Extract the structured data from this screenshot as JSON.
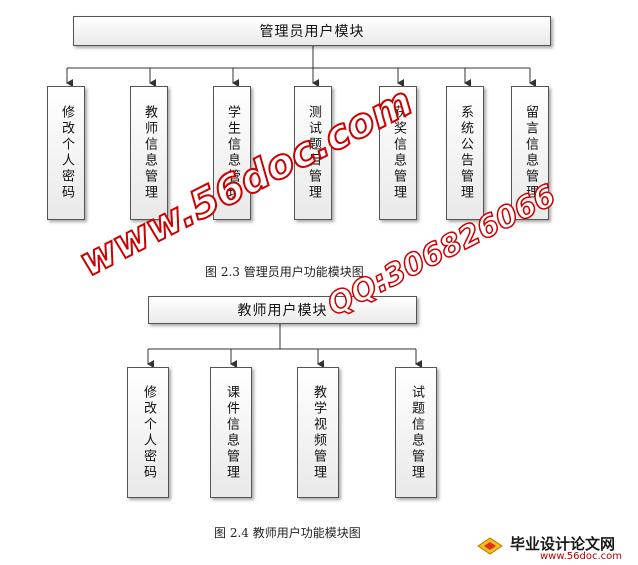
{
  "diagram1": {
    "root": "管理员用户模块",
    "children": [
      "修改个人密码",
      "教师信息管理",
      "学生信息管理",
      "测试题目管理",
      "获奖信息管理",
      "系统公告管理",
      "留言信息管理"
    ],
    "caption": "图 2.3 管理员用户功能模块图"
  },
  "diagram2": {
    "root": "教师用户模块",
    "children": [
      "修改个人密码",
      "课件信息管理",
      "教学视频管理",
      "试题信息管理"
    ],
    "caption": "图 2.4 教师用户功能模块图"
  },
  "watermark": {
    "site": "www.56doc.com",
    "qq": "QQ:306826066"
  },
  "logo": {
    "name": "毕业设计论文网",
    "url": "www.56doc.com"
  }
}
